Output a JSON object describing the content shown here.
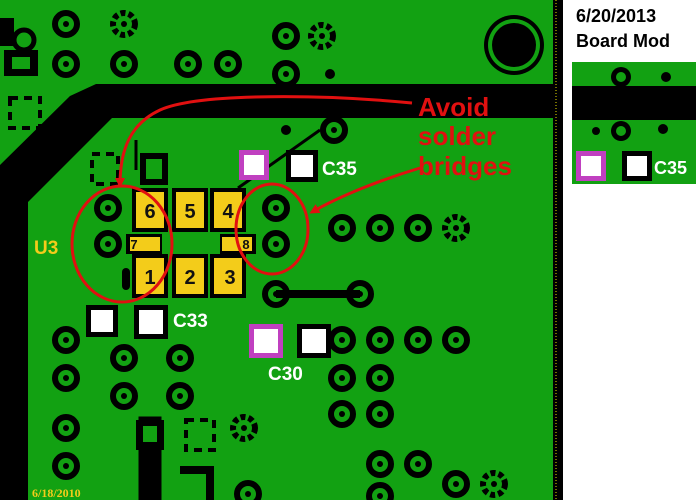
{
  "header": {
    "date": "6/20/2013",
    "subtitle": "Board Mod"
  },
  "annotation": {
    "line1": "Avoid",
    "line2": "solder",
    "line3": "bridges"
  },
  "labels": {
    "u3": "U3",
    "c35": "C35",
    "c33": "C33",
    "c30": "C30",
    "c35_inset": "C35",
    "board_date": "6/18/2010"
  },
  "pins": {
    "p1": "1",
    "p2": "2",
    "p3": "3",
    "p4": "4",
    "p5": "5",
    "p6": "6",
    "p7": "7",
    "p8": "8"
  },
  "colors": {
    "board": "#12a112",
    "trace": "#000000",
    "pad_yellow": "#f3cc1a",
    "annotation_red": "#e11010",
    "pad_magenta": "#c040c0"
  }
}
